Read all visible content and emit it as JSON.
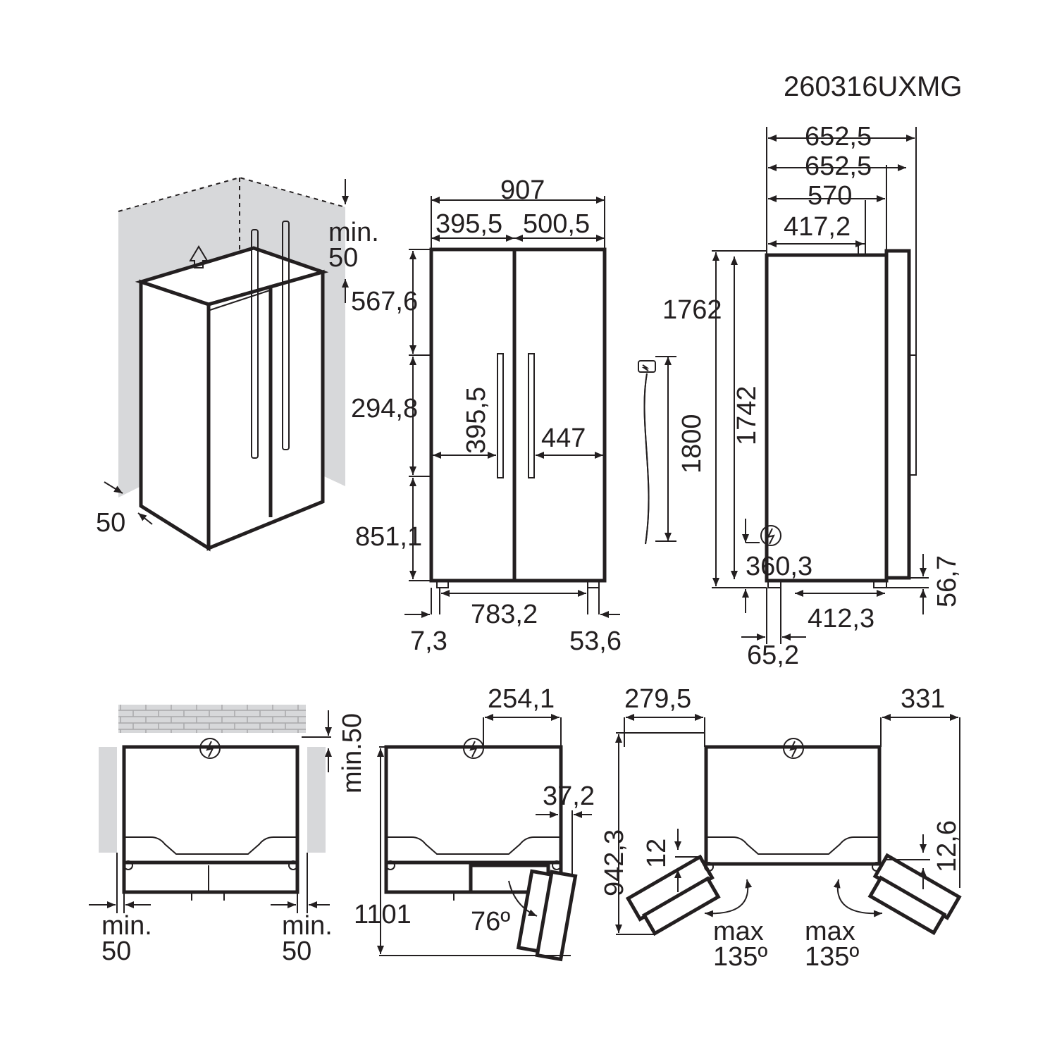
{
  "model_code": "260316UXMG",
  "view_3d": {
    "clearance_top": [
      "min.",
      "50"
    ],
    "clearance_side": "50"
  },
  "front_view": {
    "width_total": "907",
    "width_left_door": "395,5",
    "width_right_door": "500,5",
    "height_top": "567,6",
    "height_middle": "294,8",
    "height_bottom": "851,1",
    "handle_height": "395,5",
    "dispenser_width": "447",
    "feet_span": "783,2",
    "left_offset": "7,3",
    "right_offset": "53,6"
  },
  "cord": {
    "length": "1800"
  },
  "side_view": {
    "depth_total": "652,5",
    "depth_with_door": "652,5",
    "depth_body": "570",
    "depth_top": "417,2",
    "height_total": "1762",
    "height_body": "1742",
    "socket_height": "360,3",
    "feet_depth": "412,3",
    "front_offset": "65,2",
    "bottom_gap": "56,7"
  },
  "plan_views": {
    "clearance_back": "min.50",
    "clearance_left": [
      "min.",
      "50"
    ],
    "clearance_right": [
      "min.",
      "50"
    ],
    "door_swing_depth": "254,1",
    "door_thickness": "37,2",
    "depth_open": "1101",
    "open_angle": "76º",
    "left_door_width": "279,5",
    "right_door_width": "331",
    "depth_max_open": "942,3",
    "hinge_left": "12",
    "hinge_right": "12,6",
    "max_angle_left": [
      "max",
      "135º"
    ],
    "max_angle_right": [
      "max",
      "135º"
    ]
  }
}
